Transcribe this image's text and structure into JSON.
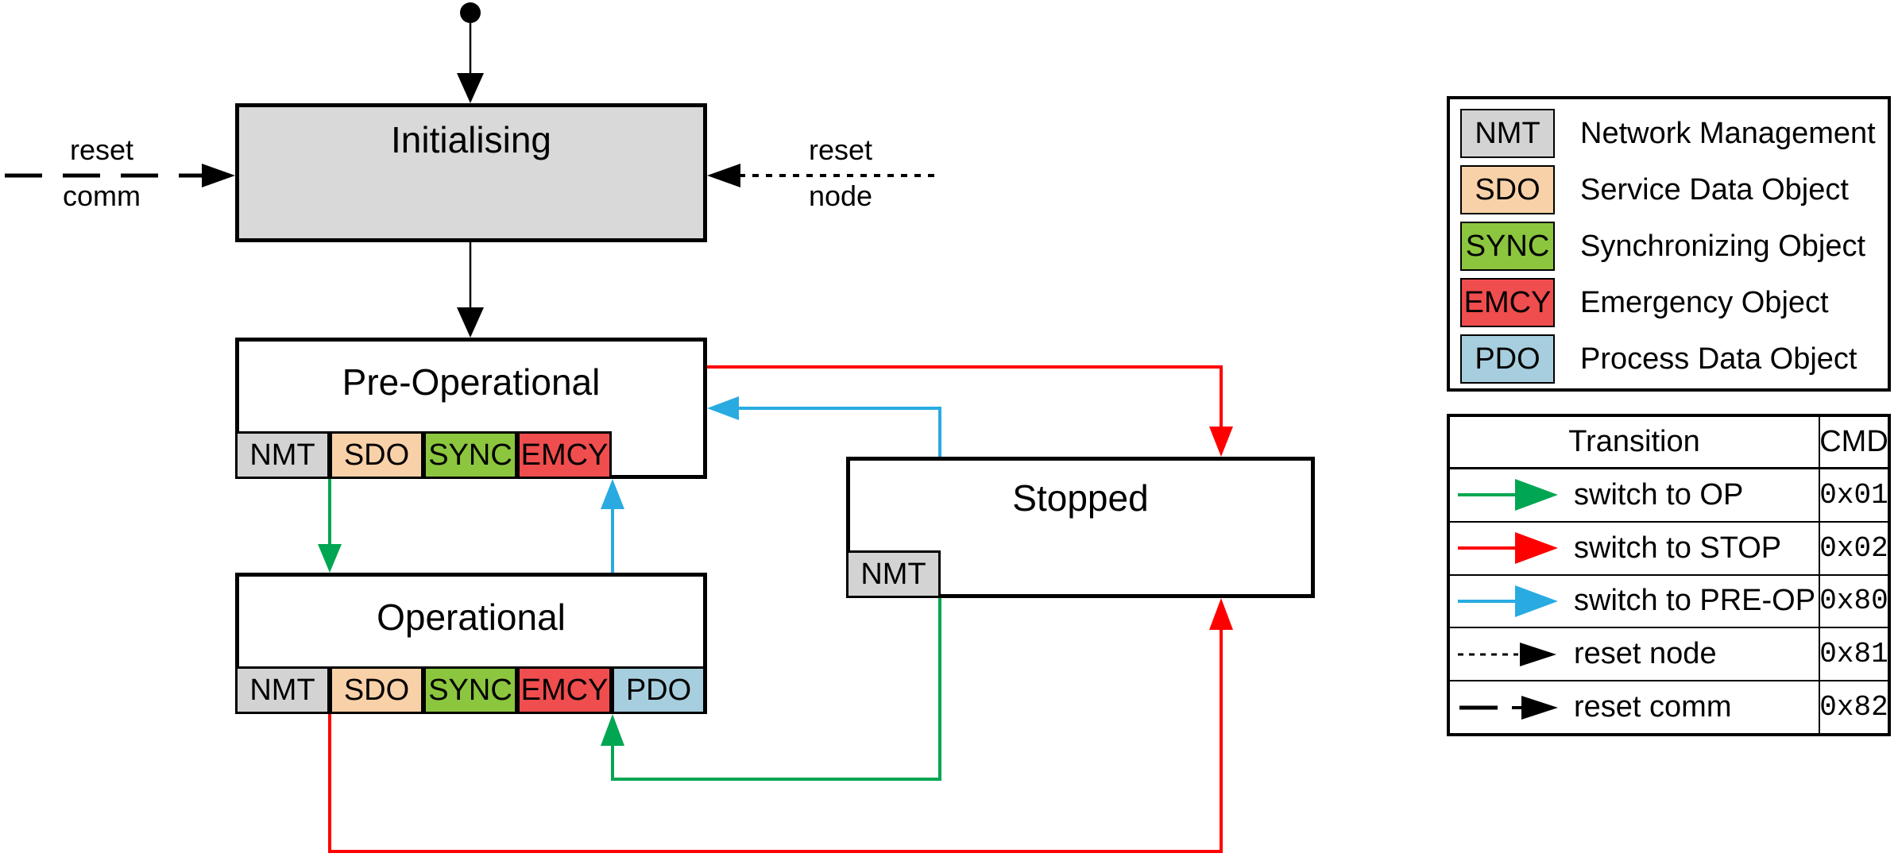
{
  "colors": {
    "green": "#00a651",
    "red": "#ff0000",
    "blue": "#29abe2",
    "nmt": "#d3d3d3",
    "sdo": "#f9d1a8",
    "sync": "#8cc63f",
    "emcy": "#f04d4e",
    "pdo": "#a7cede",
    "init": "#d9d9d9"
  },
  "diagram": {
    "states": {
      "initialising": {
        "label": "Initialising"
      },
      "pre_operational": {
        "label": "Pre-Operational",
        "chips": [
          "NMT",
          "SDO",
          "SYNC",
          "EMCY"
        ]
      },
      "operational": {
        "label": "Operational",
        "chips": [
          "NMT",
          "SDO",
          "SYNC",
          "EMCY",
          "PDO"
        ]
      },
      "stopped": {
        "label": "Stopped",
        "chips": [
          "NMT"
        ]
      }
    },
    "external_events": {
      "reset_comm": {
        "top": "reset",
        "bottom": "comm"
      },
      "reset_node": {
        "top": "reset",
        "bottom": "node"
      }
    }
  },
  "legend": {
    "rows": [
      {
        "code": "NMT",
        "label": "Network Management"
      },
      {
        "code": "SDO",
        "label": "Service Data Object"
      },
      {
        "code": "SYNC",
        "label": "Synchronizing Object"
      },
      {
        "code": "EMCY",
        "label": "Emergency Object"
      },
      {
        "code": "PDO",
        "label": "Process Data Object"
      }
    ]
  },
  "cmd_table": {
    "header": {
      "transition": "Transition",
      "cmd": "CMD"
    },
    "rows": [
      {
        "arrow": "green-solid",
        "label": "switch to OP",
        "cmd": "0x01"
      },
      {
        "arrow": "red-solid",
        "label": "switch to STOP",
        "cmd": "0x02"
      },
      {
        "arrow": "blue-solid",
        "label": "switch to PRE-OP",
        "cmd": "0x80"
      },
      {
        "arrow": "black-dotted",
        "label": "reset node",
        "cmd": "0x81"
      },
      {
        "arrow": "black-dashed",
        "label": "reset comm",
        "cmd": "0x82"
      }
    ]
  }
}
